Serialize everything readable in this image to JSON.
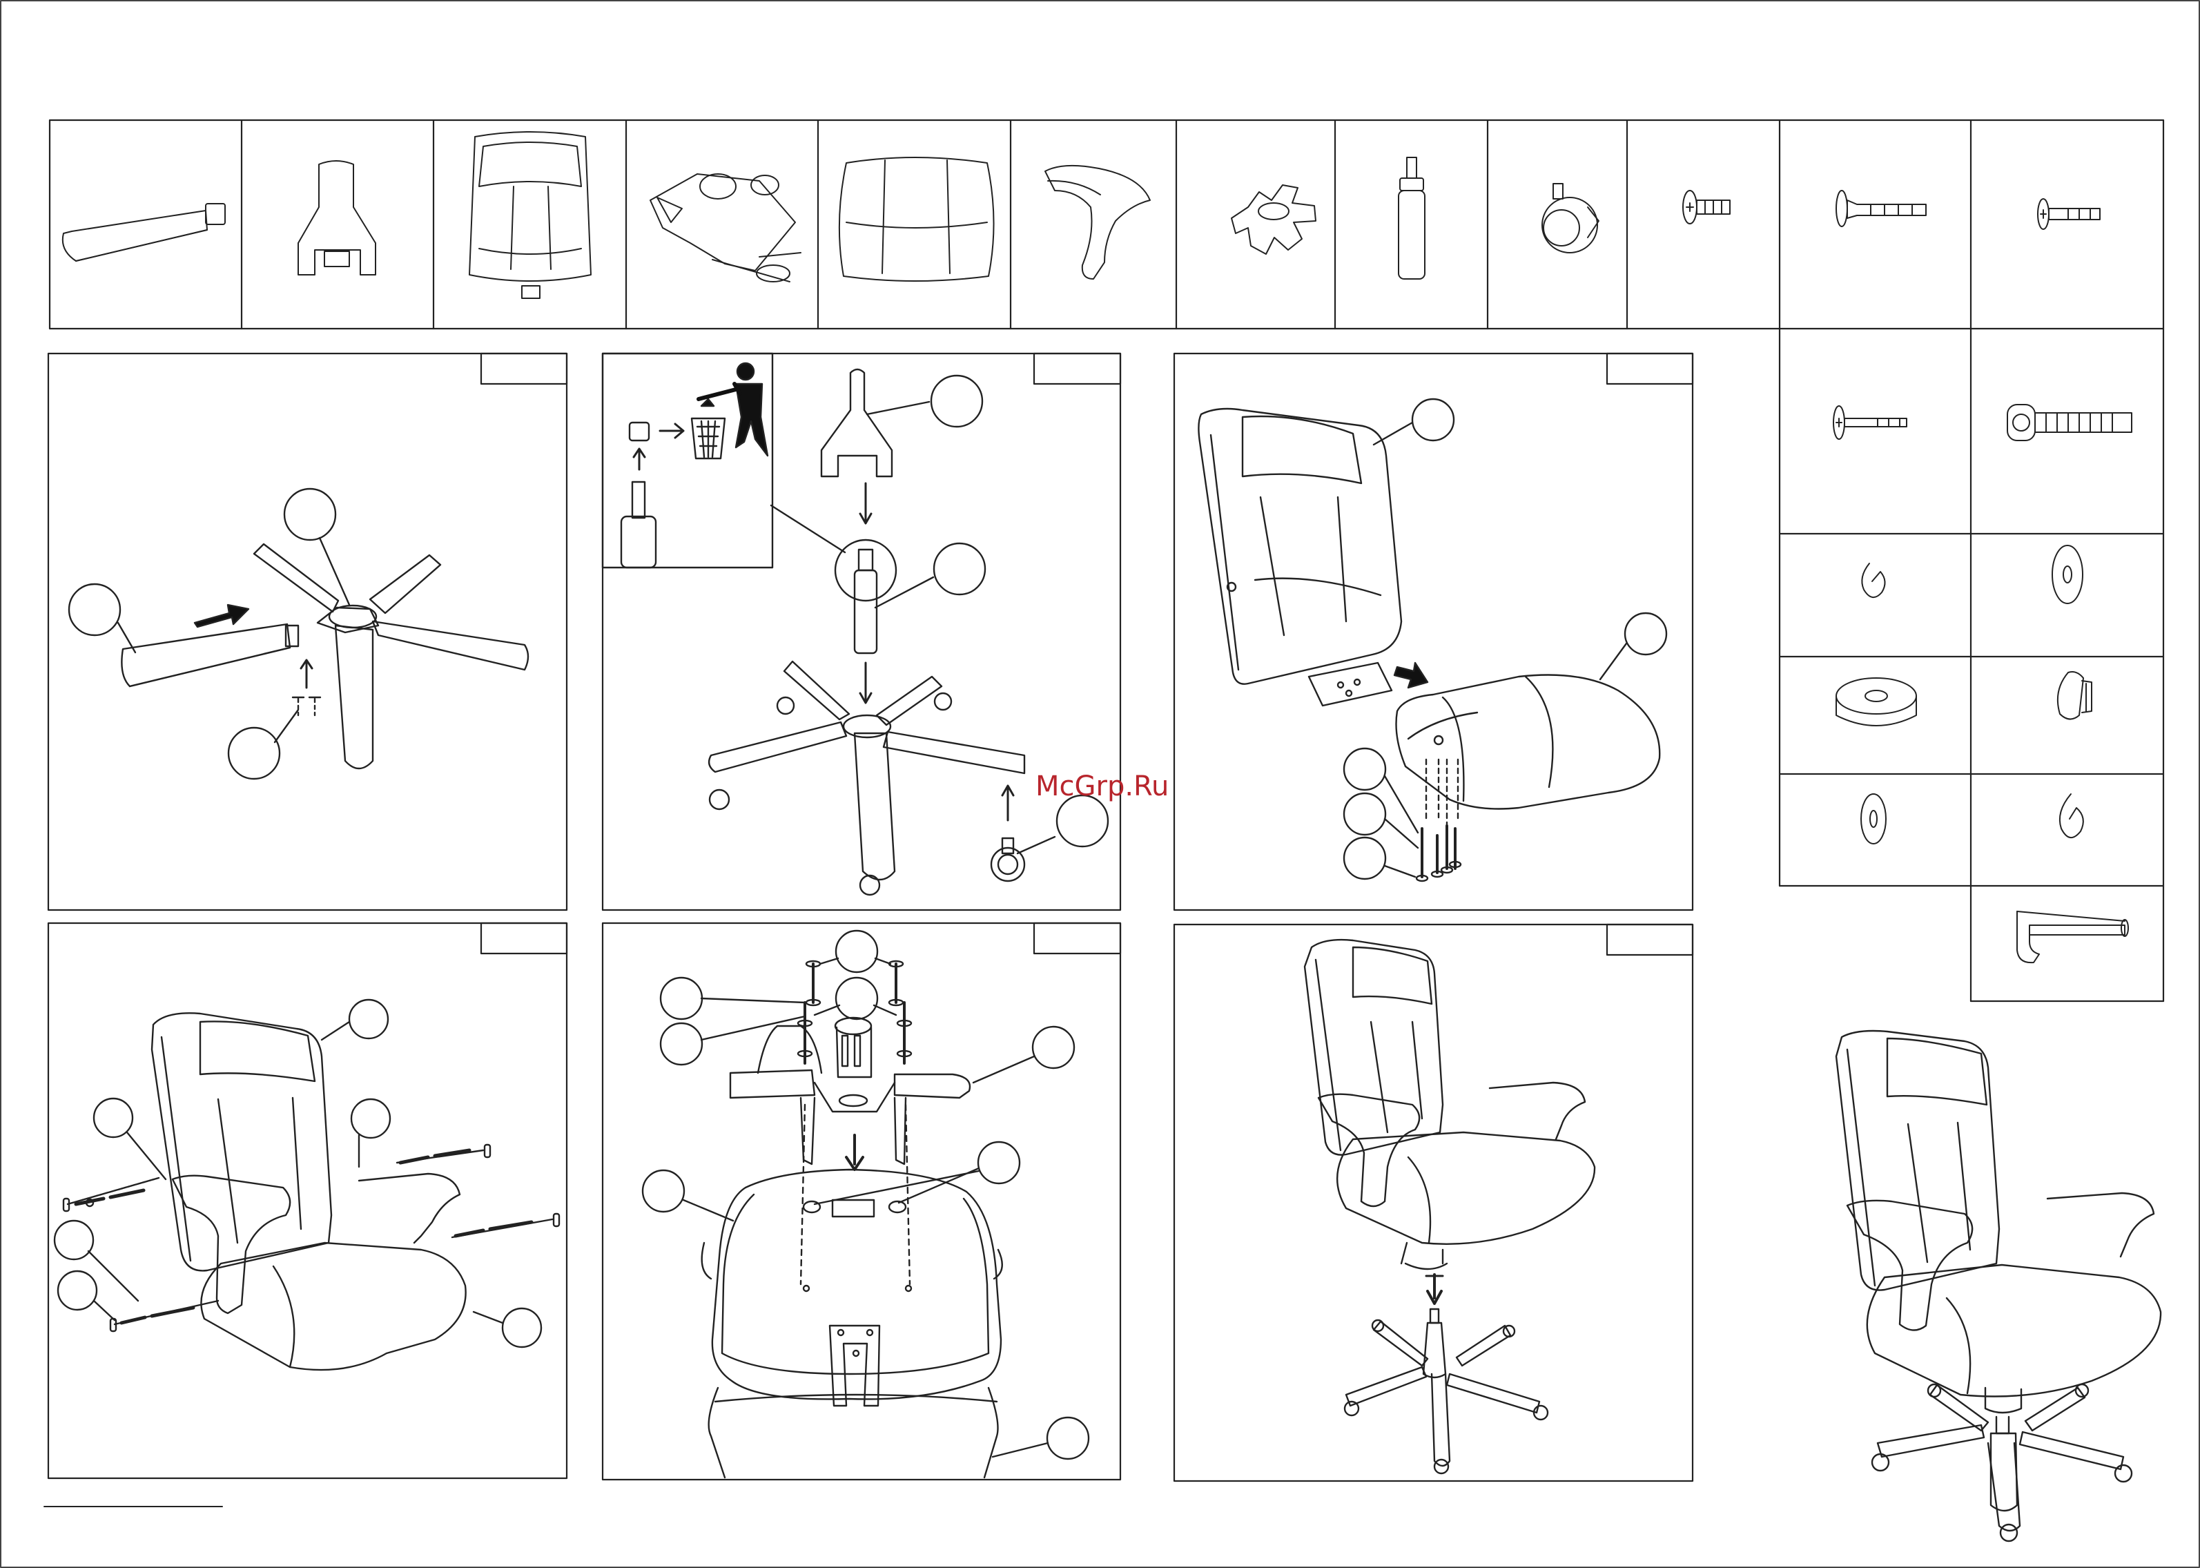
{
  "watermark": "McGrp.Ru",
  "colors": {
    "line": "#222222",
    "watermark": "#b8252c",
    "background": "#ffffff"
  },
  "parts_table": {
    "row1_count": 12,
    "side_grid_rows": 5,
    "tool": "hex-key"
  },
  "steps": {
    "count": 6,
    "step_number_labels": [
      "",
      "",
      "",
      "",
      "",
      ""
    ],
    "callout_labels": [
      "",
      "",
      "",
      "",
      "",
      "",
      "",
      "",
      "",
      "",
      "",
      "",
      "",
      "",
      "",
      "",
      "",
      "",
      "",
      "",
      "",
      "",
      "",
      ""
    ]
  },
  "icons": [
    "disposal-icon",
    "arrow-icon"
  ]
}
